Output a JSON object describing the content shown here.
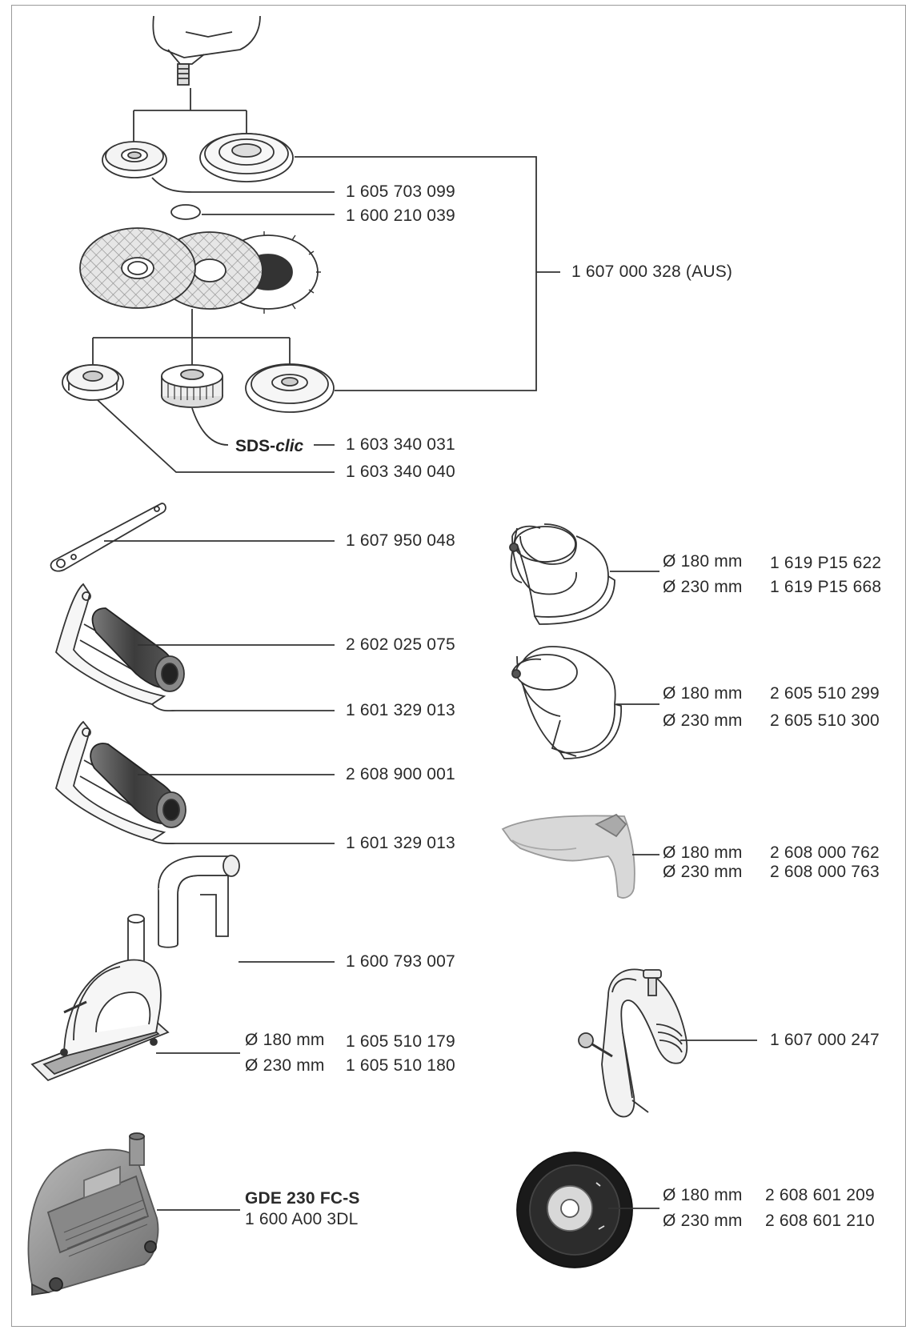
{
  "labels": {
    "flange_1": "1 605 703 099",
    "oring": "1 600 210 039",
    "aus_kit": "1 607 000 328 (AUS)",
    "sds_brand": "SDS-",
    "sds_clic": "clic",
    "sds_part": "1 603 340 031",
    "nut": "1 603 340 040",
    "spanner": "1 607 950 048",
    "handle_1": "2 602 025 075",
    "bracket_1": "1 601 329 013",
    "handle_2": "2 608 900 001",
    "bracket_2": "1 601 329 013",
    "hose": "1 600 793 007",
    "cut_guard_180_dim": "Ø 180 mm",
    "cut_guard_230_dim": "Ø 230 mm",
    "cut_guard_180_part": "1 605 510 179",
    "cut_guard_230_part": "1 605 510 180",
    "gde_model": "GDE 230 FC-S",
    "gde_part": "1 600 A00 3DL",
    "guard1_180_dim": "Ø 180 mm",
    "guard1_230_dim": "Ø 230 mm",
    "guard1_180_part": "1 619 P15 622",
    "guard1_230_part": "1 619 P15 668",
    "guard2_180_dim": "Ø 180 mm",
    "guard2_230_dim": "Ø 230 mm",
    "guard2_180_part": "2 605 510 299",
    "guard2_230_part": "2 605 510 300",
    "guard3_180_dim": "Ø 180 mm",
    "guard3_230_dim": "Ø 230 mm",
    "guard3_180_part": "2 608 000 762",
    "guard3_230_part": "2 608 000 763",
    "bow_handle": "1 607 000 247",
    "pad_180_dim": "Ø 180 mm",
    "pad_230_dim": "Ø 230 mm",
    "pad_180_part": "2 608 601 209",
    "pad_230_part": "2 608 601 210"
  }
}
